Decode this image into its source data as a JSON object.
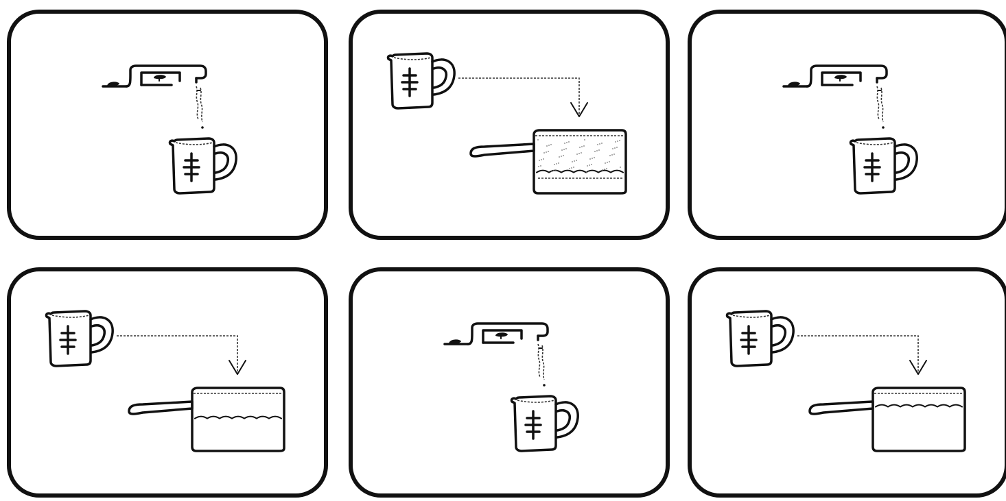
{
  "panels": [
    {
      "id": 1,
      "scene": "faucet-fills-cup"
    },
    {
      "id": 2,
      "scene": "cup-pours-into-pot",
      "pot_water_level": 0.3,
      "pot_speckled": true
    },
    {
      "id": 3,
      "scene": "faucet-fills-cup"
    },
    {
      "id": 4,
      "scene": "cup-pours-into-pot",
      "pot_water_level": 0.55,
      "pot_speckled": false
    },
    {
      "id": 5,
      "scene": "faucet-fills-cup"
    },
    {
      "id": 6,
      "scene": "cup-pours-into-pot",
      "pot_water_level": 0.8,
      "pot_speckled": false
    }
  ],
  "colors": {
    "ink": "#111111",
    "background": "#ffffff"
  },
  "icons": [
    "faucet-icon",
    "measuring-cup-icon",
    "pour-arrow-icon",
    "saucepan-icon",
    "water-stream-icon"
  ]
}
